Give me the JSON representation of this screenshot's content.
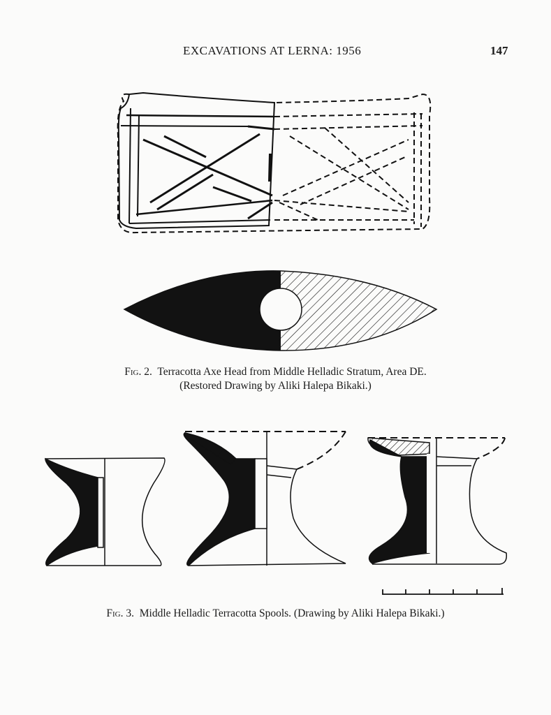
{
  "header": {
    "running_title": "EXCAVATIONS AT LERNA: 1956",
    "page_number": "147"
  },
  "figures": [
    {
      "label": "Fig. 2.",
      "caption_line1": "Terracotta Axe Head from Middle Helladic Stratum, Area DE.",
      "caption_line2": "(Restored Drawing by Aliki Halepa Bikaki.)",
      "drawings": [
        "axe-head-top-view",
        "axe-head-section"
      ]
    },
    {
      "label": "Fig. 3.",
      "caption_line1": "Middle Helladic Terracotta Spools.  (Drawing by Aliki Halepa Bikaki.)",
      "drawings": [
        "spool-1",
        "spool-2",
        "spool-3",
        "scale-bar"
      ]
    }
  ]
}
